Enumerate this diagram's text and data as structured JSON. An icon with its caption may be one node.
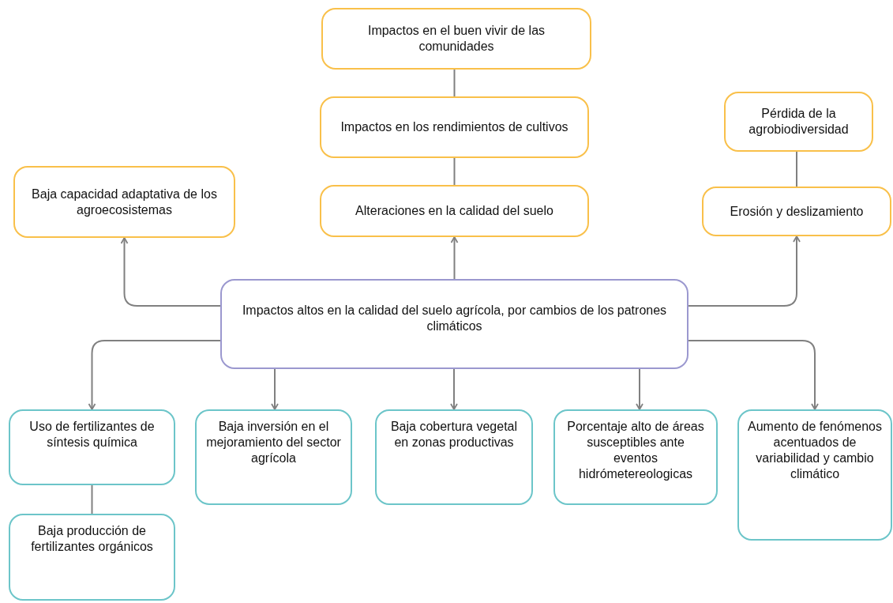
{
  "diagram": {
    "nodes": [
      {
        "text": [
          "Impactos en el buen vivir de las comunidades"
        ]
      },
      {
        "text": [
          "Impactos en los rendimientos de cultivos"
        ]
      },
      {
        "text": [
          "Pérdida de la agrobiodiversidad"
        ]
      },
      {
        "text": [
          "Baja capacidad adaptativa de los agroecosistemas"
        ]
      },
      {
        "text": [
          "Alteraciones en la calidad del suelo"
        ]
      },
      {
        "text": [
          "Erosión y deslizamiento"
        ]
      },
      {
        "text": [
          "Impactos altos en la calidad del suelo agrícola, por cambios de los patrones climáticos"
        ]
      },
      {
        "text": [
          "Uso de fertilizantes de síntesis química"
        ]
      },
      {
        "text": [
          "Baja inversión en el mejoramiento del sector agrícola"
        ]
      },
      {
        "text": [
          "Baja cobertura vegetal en zonas productivas"
        ]
      },
      {
        "text": [
          "Porcentaje alto de áreas susceptibles ante eventos hidrómetereologicas"
        ]
      },
      {
        "text": [
          "Aumento de fenómenos acentuados de variabilidad y cambio climático"
        ]
      },
      {
        "text": [
          "Baja producción de fertilizantes orgánicos"
        ]
      }
    ],
    "edges": [
      {
        "from": 0,
        "to": 1,
        "arrow": "none"
      },
      {
        "from": 1,
        "to": 4,
        "arrow": "none"
      },
      {
        "from": 2,
        "to": 5,
        "arrow": "none"
      },
      {
        "from": 6,
        "to": 3,
        "arrow": "to"
      },
      {
        "from": 6,
        "to": 4,
        "arrow": "to"
      },
      {
        "from": 6,
        "to": 5,
        "arrow": "to"
      },
      {
        "from": 6,
        "to": 7,
        "arrow": "to"
      },
      {
        "from": 6,
        "to": 8,
        "arrow": "to"
      },
      {
        "from": 6,
        "to": 9,
        "arrow": "to"
      },
      {
        "from": 6,
        "to": 10,
        "arrow": "to"
      },
      {
        "from": 6,
        "to": 11,
        "arrow": "to"
      },
      {
        "from": 7,
        "to": 12,
        "arrow": "none"
      }
    ]
  }
}
